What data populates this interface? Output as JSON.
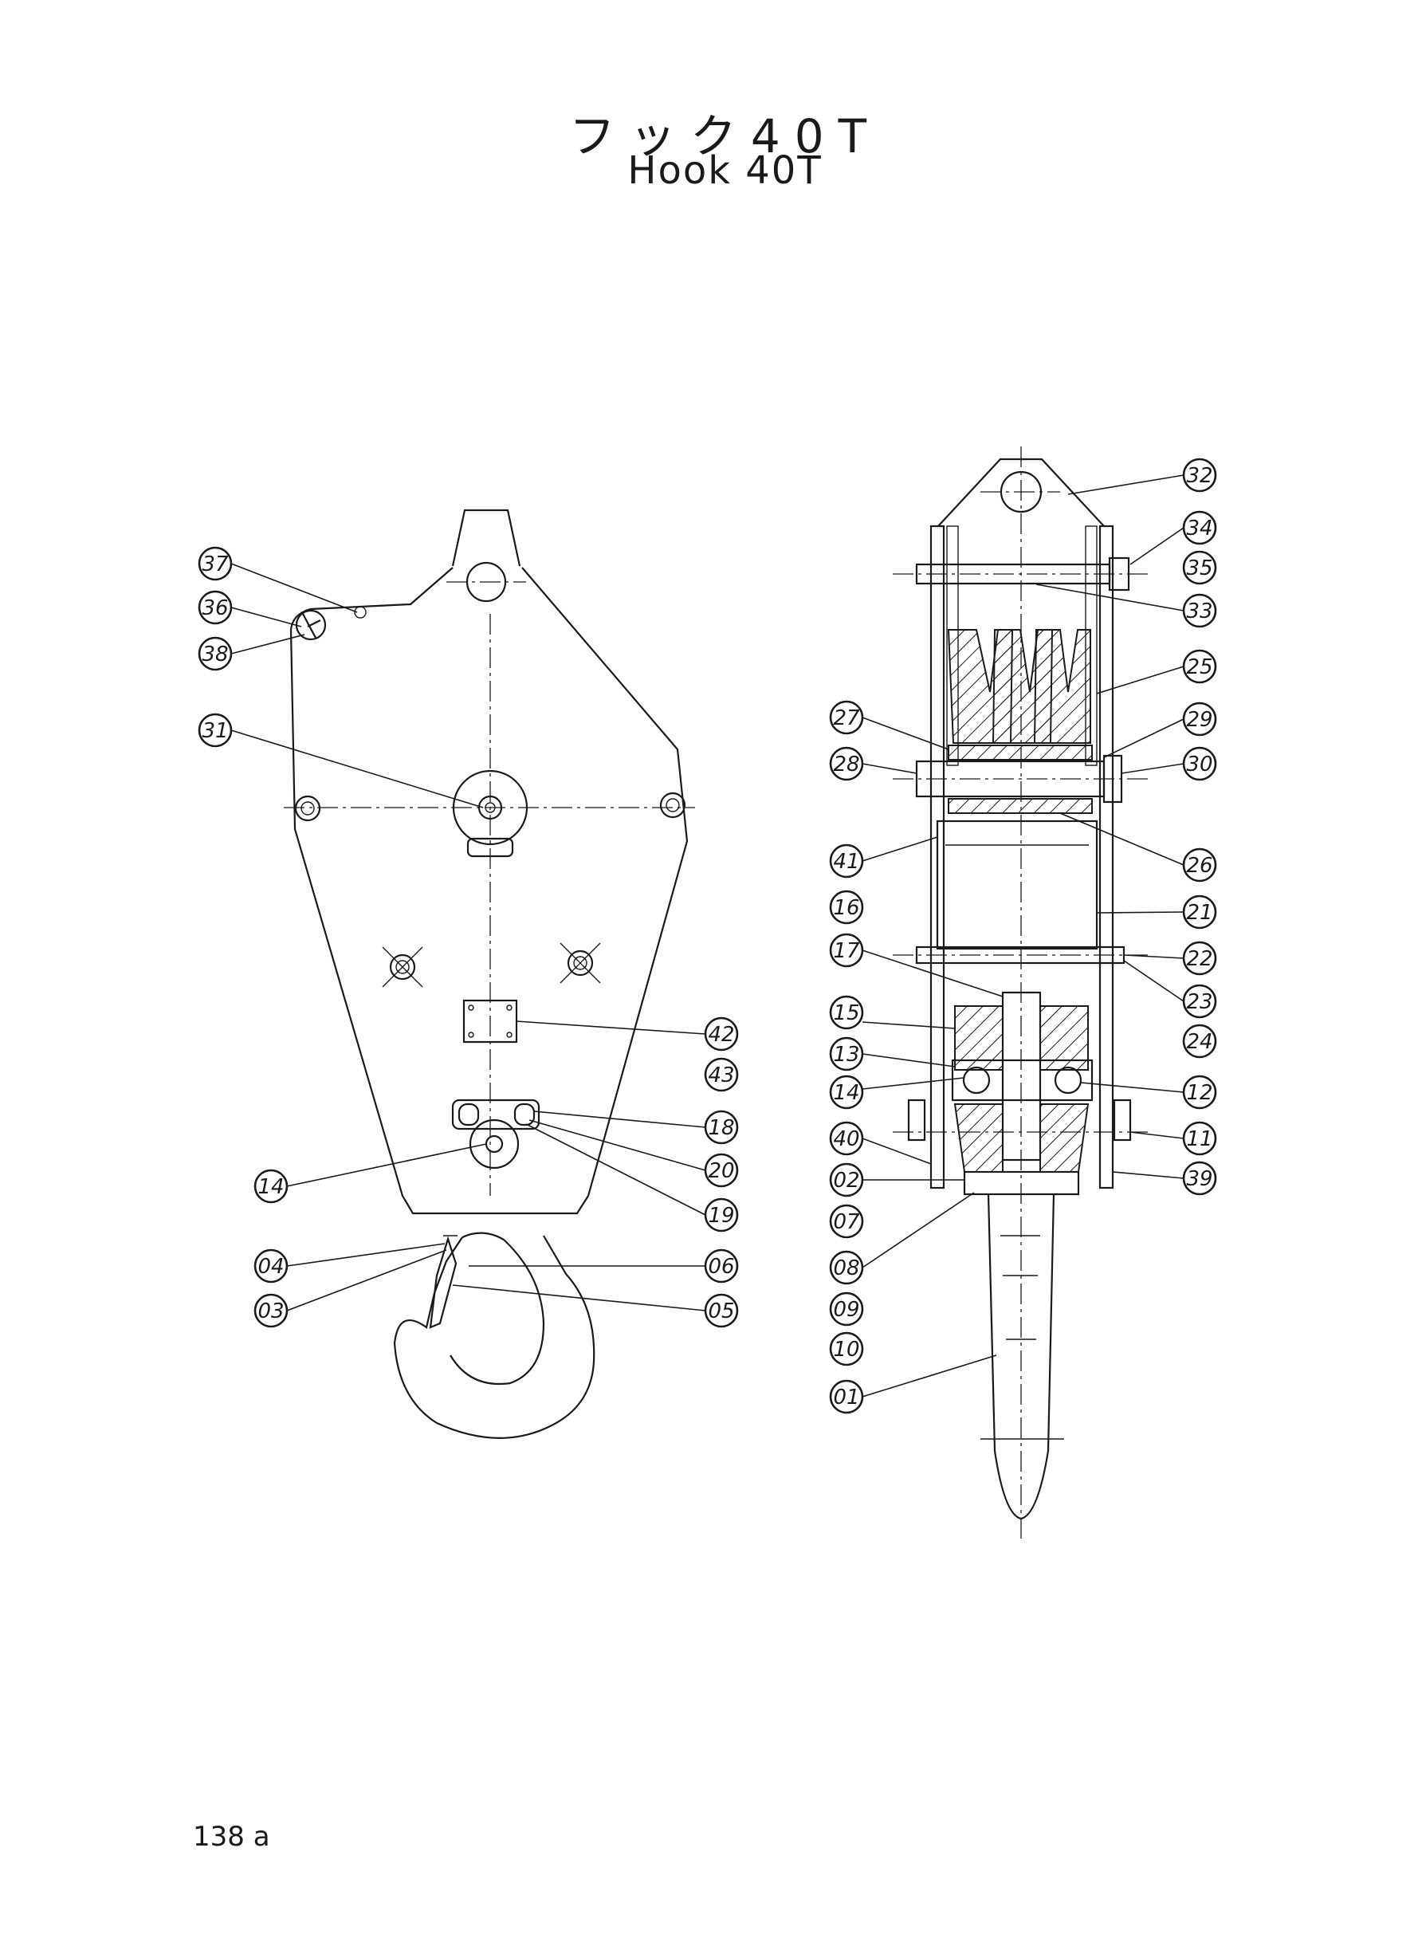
{
  "title": {
    "japanese": "フック40T",
    "english": "Hook 40T"
  },
  "page_number": "138 a",
  "left_view_callouts": [
    "37",
    "36",
    "38",
    "31",
    "42",
    "43",
    "18",
    "20",
    "19",
    "14",
    "04",
    "03",
    "06",
    "05"
  ],
  "right_view_callouts": [
    "32",
    "34",
    "35",
    "33",
    "25",
    "27",
    "29",
    "28",
    "30",
    "41",
    "26",
    "16",
    "21",
    "17",
    "22",
    "23",
    "24",
    "15",
    "13",
    "12",
    "14",
    "11",
    "40",
    "39",
    "02",
    "07",
    "08",
    "09",
    "10",
    "01"
  ]
}
